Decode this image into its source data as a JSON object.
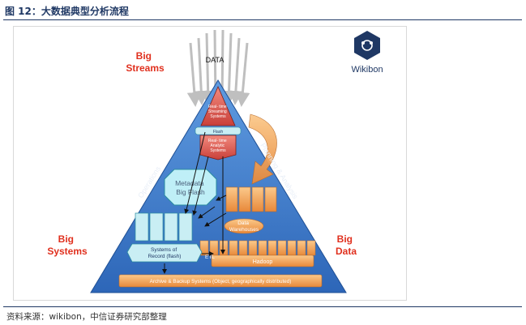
{
  "figure": {
    "title": "图 12：大数据典型分析流程",
    "source": "资料来源：wikibon，中信证券研究部整理"
  },
  "diagram": {
    "data_label": "DATA",
    "big_streams": [
      "Big",
      "Streams"
    ],
    "big_systems": [
      "Big",
      "Systems"
    ],
    "big_data": [
      "Big",
      "Data"
    ],
    "logo_text": "Wikibon",
    "operations": "Operations",
    "planning_analysis": "Planning & Analysis",
    "real_time_streaming": [
      "Real- time",
      "Streaming",
      "Systems"
    ],
    "flash": "Flash",
    "real_time_analytic": [
      "Real- time",
      "Analytic",
      "Systems"
    ],
    "metadata": [
      "Metadata",
      "Big Flash"
    ],
    "data_warehouses": [
      "Data",
      "Warehouses"
    ],
    "systems_of_record": [
      "Systems of",
      "Record (flash)"
    ],
    "etl": "ETL",
    "hadoop": "Hadoop",
    "archive": "Archive & Backup Systems (Object, geographically distributed)"
  },
  "colors": {
    "title": "#1f3864",
    "big_label": "#e0301e",
    "pyramid": "#3a78c8",
    "stream_box": "#d9534f",
    "orange_bar": "#f4a44c",
    "cyan_box": "#c9eef4"
  }
}
